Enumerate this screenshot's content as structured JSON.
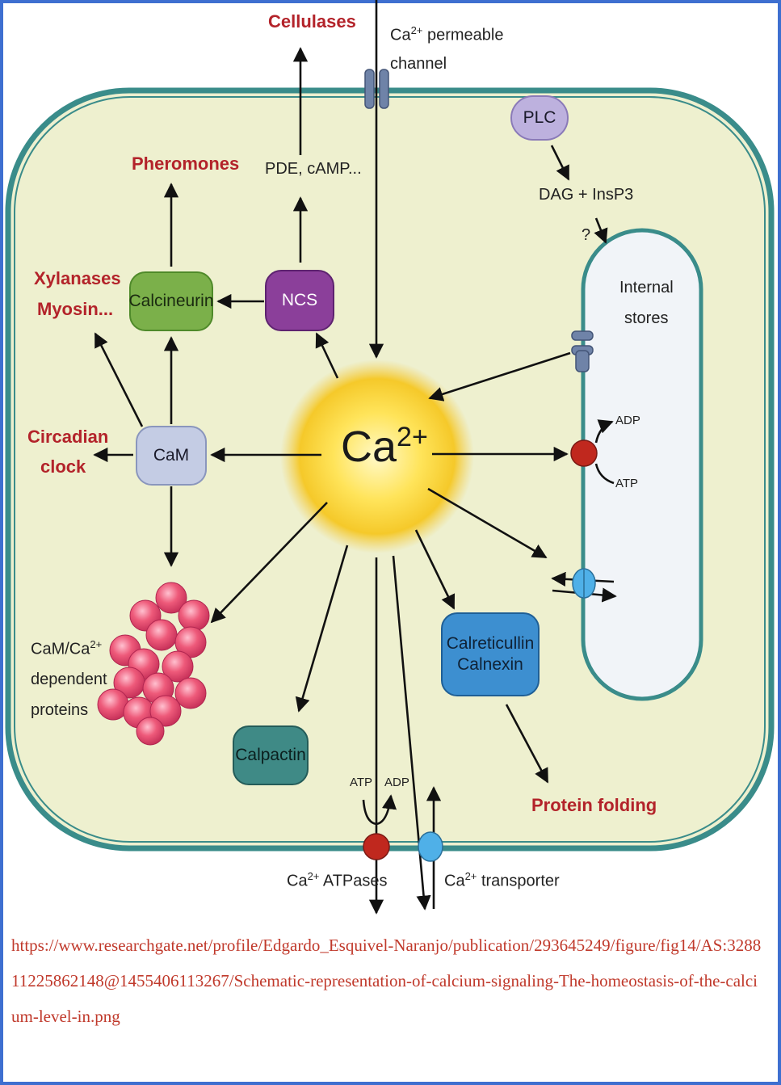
{
  "nodes": {
    "ca_center": {
      "text": "Ca",
      "sup": "2+"
    },
    "calcineurin": "Calcineurin",
    "ncs": "NCS",
    "cam": "CaM",
    "plc": "PLC",
    "calreticullin": "Calreticullin",
    "calnexin": "Calnexin",
    "calpactin": "Calpactin"
  },
  "labels": {
    "cellulases": "Cellulases",
    "channel_prefix": "Ca",
    "channel_sup": "2+",
    "channel_line1": " permeable",
    "channel_line2": "channel",
    "pheromones": "Pheromones",
    "pde_camp": "PDE, cAMP...",
    "xylanases": "Xylanases",
    "myosin": "Myosin...",
    "circadian": "Circadian",
    "clock": "clock",
    "dag": "DAG + InsP3",
    "question": "?",
    "internal": "Internal",
    "stores": "stores",
    "adp_top": "ADP",
    "atp_top": "ATP",
    "cam_ca_prefix": "CaM/Ca",
    "cam_ca_sup": "2+",
    "dependent": "dependent",
    "proteins": "proteins",
    "atp_bottom": "ATP",
    "adp_bottom": "ADP",
    "protein_folding": "Protein folding",
    "atpases_prefix": "Ca",
    "atpases_sup": "2+",
    "atpases_text": " ATPases",
    "transporter_prefix": "Ca",
    "transporter_sup": "2+",
    "transporter_text": " transporter"
  },
  "source_url": "https://www.researchgate.net/profile/Edgardo_Esquivel-Naranjo/publication/293645249/figure/fig14/AS:328811225862148@1455406113267/Schematic-representation-of-calcium-signaling-The-homeostasis-of-the-calcium-level-in.png",
  "colors": {
    "cell_fill": "#eef0cf",
    "membrane": "#3a8c8a",
    "label_red": "#b3232a",
    "calcineurin": "#7bb04a",
    "ncs": "#8b3f9a",
    "cam": "#c4cce4",
    "plc": "#bdb1de",
    "calreticullin": "#3d8fd0",
    "calpactin": "#3f8a86",
    "pump_red": "#c0281e",
    "transporter_blue": "#4fb0e8",
    "frame": "#3e6fd0"
  }
}
